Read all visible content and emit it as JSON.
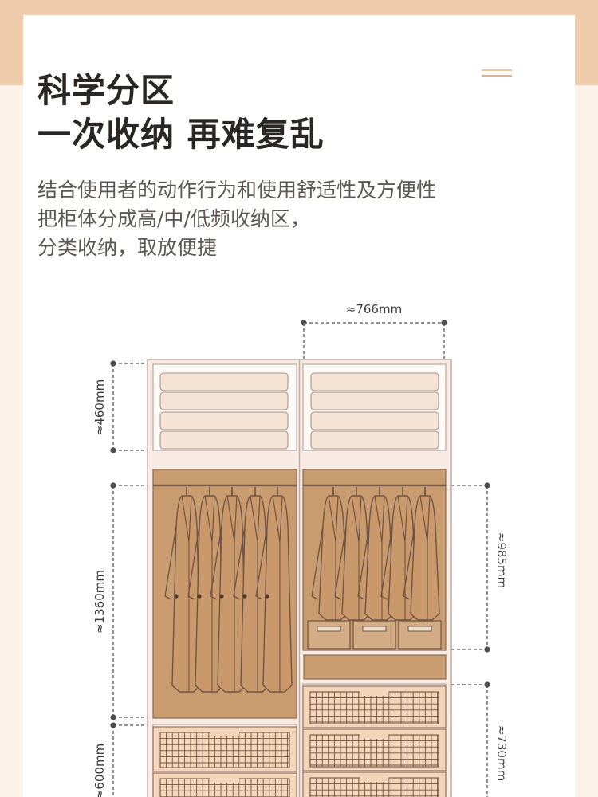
{
  "heading": {
    "line1": "科学分区",
    "line2": "一次收纳 再难复乱"
  },
  "description": {
    "line1": "结合使用者的动作行为和使用舒适性及方便性",
    "line2": "把柜体分成高/中/低频收纳区，",
    "line3": "分类收纳，取放便捷"
  },
  "dimensions": {
    "width": "≈766mm",
    "top_height": "≈460mm",
    "hang_left": "≈1360mm",
    "hang_right": "≈985mm",
    "basket_right": "≈730mm",
    "bottom_left": "≈600mm"
  },
  "colors": {
    "background": "#fbf3ea",
    "band": "#efcdac",
    "cabinet_panel": "#f8ebe3",
    "hanging_area": "#c99c70",
    "clothes": "#c9996c",
    "folded": "#f5e3d5",
    "basket": "#f3d5ba"
  }
}
